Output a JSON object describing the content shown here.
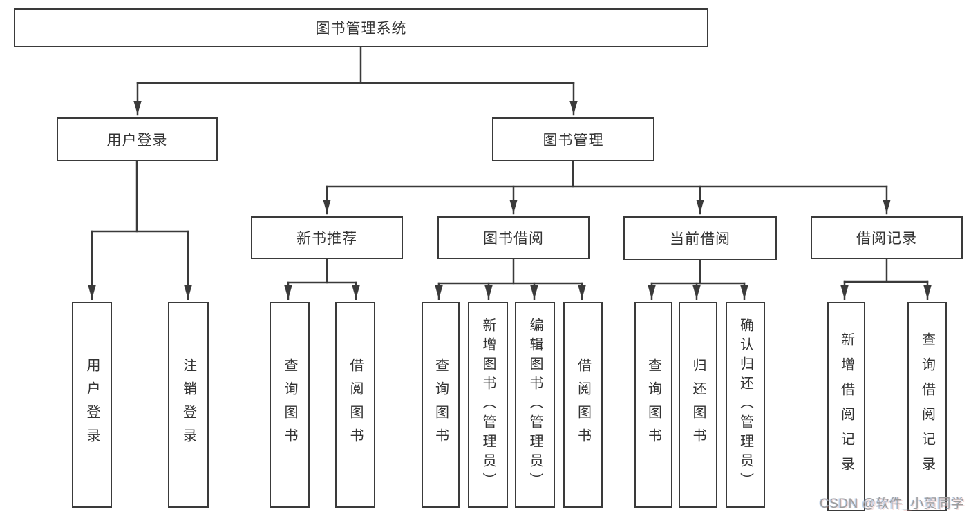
{
  "diagram_title": "图书管理系统",
  "nodes": {
    "root": "图书管理系统",
    "user_login": "用户登录",
    "book_mgmt": "图书管理",
    "new_books": "新书推荐",
    "book_borrow": "图书借阅",
    "current_borrow": "当前借阅",
    "borrow_records": "借阅记录",
    "ul_login": "用户登录",
    "ul_logout": "注销登录",
    "nb_query": "查询图书",
    "nb_borrow": "借阅图书",
    "bb_query": "查询图书",
    "bb_add": "新增图书（管理员）",
    "bb_edit": "编辑图书（管理员）",
    "bb_borrow": "借阅图书",
    "cb_query": "查询图书",
    "cb_return": "归还图书",
    "cb_confirm": "确认归还（管理员）",
    "br_add": "新增借阅记录",
    "br_query": "查询借阅记录"
  },
  "watermark": "CSDN @软件_小贺同学",
  "colors": {
    "line": "#3a3a3a",
    "text": "#333333",
    "watermark": "#9c9c9c",
    "box_background": "#ffffff"
  }
}
